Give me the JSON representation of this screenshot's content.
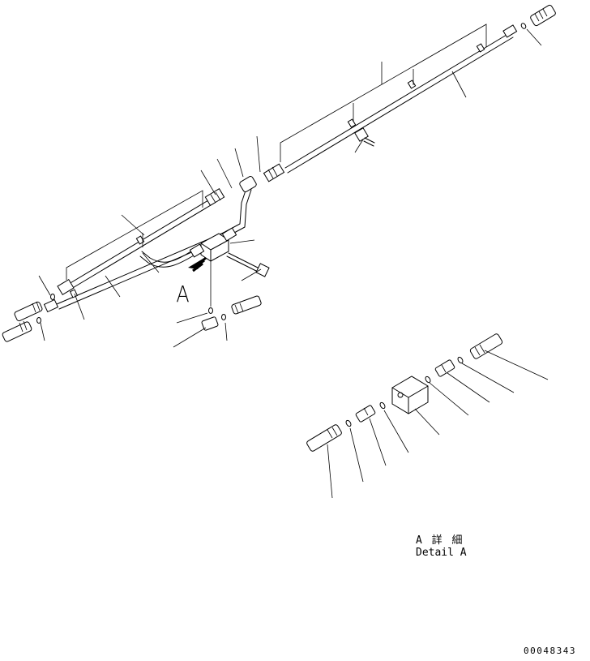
{
  "labels": {
    "view_marker": "A",
    "detail_caption_jp": "A 詳 細",
    "detail_caption_en": "Detail A",
    "drawing_code": "00048343"
  }
}
